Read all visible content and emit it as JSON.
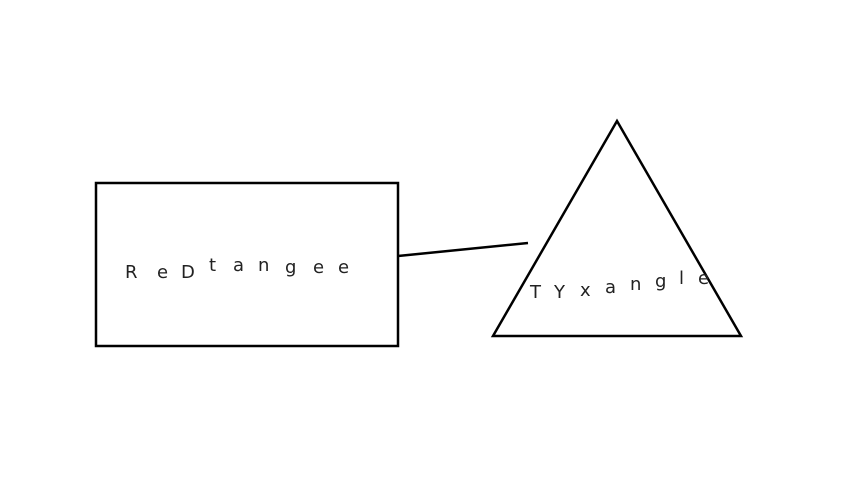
{
  "diagram": {
    "rectangle": {
      "label": "ReDtangee",
      "glyphs": [
        "R",
        "e",
        "D",
        "t",
        "a",
        "n",
        "g",
        "e",
        "e"
      ]
    },
    "triangle": {
      "label": "TYxangle",
      "glyphs": [
        "T",
        "Y",
        "x",
        "a",
        "n",
        "g",
        "l",
        "e"
      ]
    },
    "stroke_color": "#000000",
    "text_color": "#222222"
  }
}
